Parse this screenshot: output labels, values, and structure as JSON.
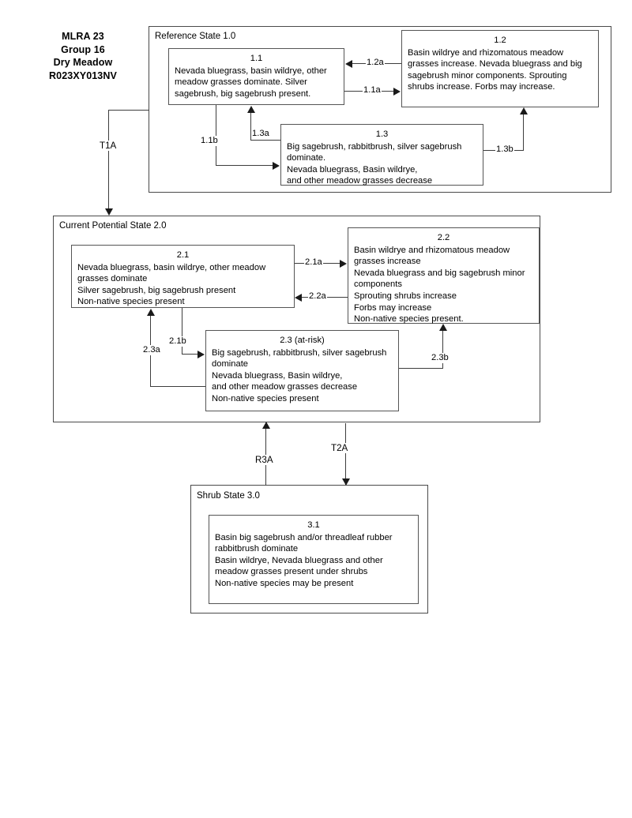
{
  "title_block": {
    "line1": "MLRA 23",
    "line2": "Group 16",
    "line3": "Dry Meadow",
    "line4": "R023XY013NV"
  },
  "states": [
    {
      "id": "state-1",
      "label": "Reference State 1.0"
    },
    {
      "id": "state-2",
      "label": "Current Potential State 2.0"
    },
    {
      "id": "state-3",
      "label": "Shrub State 3.0"
    }
  ],
  "phases": {
    "p11": {
      "number": "1.1",
      "body": "Nevada bluegrass, basin wildrye, other meadow grasses dominate. Silver sagebrush, big sagebrush present."
    },
    "p12": {
      "number": "1.2",
      "body": "Basin wildrye and rhizomatous meadow grasses increase. Nevada bluegrass and big sagebrush minor components.  Sprouting shrubs  increase. Forbs may increase."
    },
    "p13": {
      "number": "1.3",
      "body": "Big sagebrush, rabbitbrush, silver sagebrush dominate.\nNevada bluegrass, Basin wildrye,\nand other meadow grasses decrease"
    },
    "p21": {
      "number": "2.1",
      "body": "Nevada bluegrass, basin wildrye, other meadow grasses dominate\nSilver sagebrush, big sagebrush present\nNon-native species present"
    },
    "p22": {
      "number": "2.2",
      "body": "Basin wildrye and rhizomatous meadow grasses increase\nNevada bluegrass and big sagebrush minor components\nSprouting shrubs increase\nForbs may increase\nNon-native species present."
    },
    "p23": {
      "number": "2.3 (at-risk)",
      "body": "Big sagebrush, rabbitbrush, silver sagebrush dominate\nNevada bluegrass, Basin wildrye,\nand other meadow grasses decrease\nNon-native species present"
    },
    "p31": {
      "number": "3.1",
      "body": "Basin big sagebrush and/or threadleaf rubber rabbitbrush dominate\nBasin wildrye, Nevada bluegrass and other meadow grasses present under shrubs\nNon-native species may be present"
    }
  },
  "transitions": {
    "t12a": "1.2a",
    "t11a": "1.1a",
    "t13a": "1.3a",
    "t11b": "1.1b",
    "t13b": "1.3b",
    "t21a": "2.1a",
    "t22a": "2.2a",
    "t21b": "2.1b",
    "t23a": "2.3a",
    "t23b": "2.3b",
    "T1A": "T1A",
    "T2A": "T2A",
    "R3A": "R3A"
  }
}
